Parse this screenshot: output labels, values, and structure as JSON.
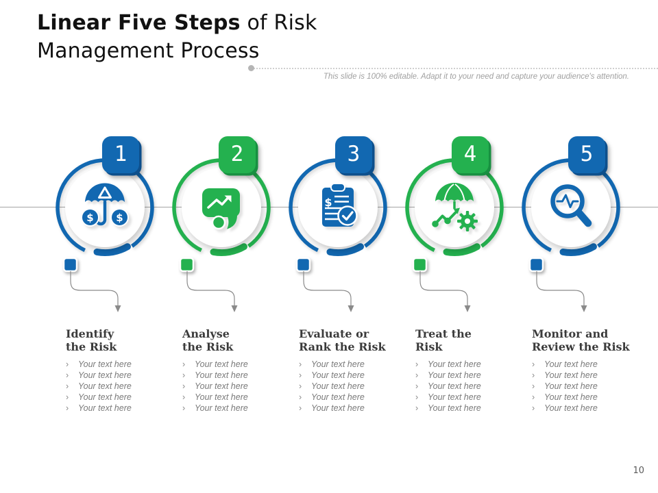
{
  "slide": {
    "title_bold": "Linear Five Steps",
    "title_regular": " of Risk",
    "title_line2": "Management Process",
    "subtitle": "This slide is 100% editable. Adapt it to your need and capture your audience's attention.",
    "page_number": "10",
    "bullet_marker": "›"
  },
  "colors": {
    "blue": "#1268B1",
    "blue_dark": "#0D4F8C",
    "green": "#24B14F",
    "green_dark": "#189041",
    "heading_text": "#3B3B3B",
    "placeholder_text": "#7A7A7A",
    "connector_gray": "#8A8A8A",
    "axis_gray": "#A3A3A3"
  },
  "steps": [
    {
      "number": "1",
      "accent": "blue",
      "icon": "umbrella-finance-icon",
      "title_line1": "Identify",
      "title_line2": "the Risk",
      "bullets": [
        "Your text here",
        "Your text here",
        "Your text here",
        "Your text here",
        "Your text here"
      ]
    },
    {
      "number": "2",
      "accent": "green",
      "icon": "trend-message-icon",
      "title_line1": "Analyse",
      "title_line2": "the Risk",
      "bullets": [
        "Your text here",
        "Your text here",
        "Your text here",
        "Your text here",
        "Your text here"
      ]
    },
    {
      "number": "3",
      "accent": "blue",
      "icon": "clipboard-check-icon",
      "title_line1": "Evaluate or",
      "title_line2": "Rank the Risk",
      "bullets": [
        "Your text here",
        "Your text here",
        "Your text here",
        "Your text here",
        "Your text here"
      ]
    },
    {
      "number": "4",
      "accent": "green",
      "icon": "umbrella-gear-icon",
      "title_line1": "Treat the",
      "title_line2": "Risk",
      "bullets": [
        "Your text here",
        "Your text here",
        "Your text here",
        "Your text here",
        "Your text here"
      ]
    },
    {
      "number": "5",
      "accent": "blue",
      "icon": "magnifier-pulse-icon",
      "title_line1": "Monitor and",
      "title_line2": "Review the Risk",
      "bullets": [
        "Your text here",
        "Your text here",
        "Your text here",
        "Your text here",
        "Your text here"
      ]
    }
  ]
}
